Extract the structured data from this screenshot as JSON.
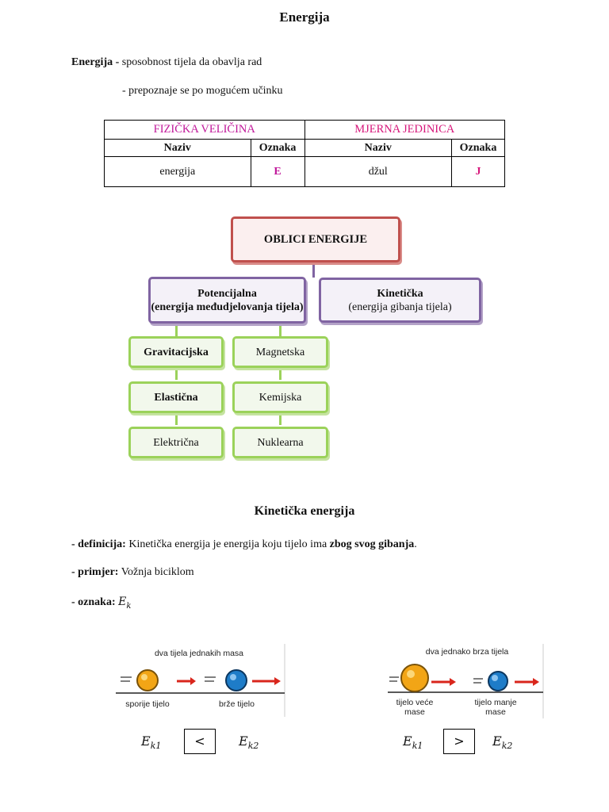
{
  "doc": {
    "title": "Energija",
    "def_term": "Energija -",
    "def_text": " sposobnost tijela da obavlja rad",
    "def_line2": "- prepoznaje se po mogućem učinku"
  },
  "table": {
    "header_physical": "FIZIČKA VELIČINA",
    "header_unit": "MJERNA JEDINICA",
    "sub_headers": [
      "Naziv",
      "Oznaka",
      "Naziv",
      "Oznaka"
    ],
    "row": {
      "name": "energija",
      "symbol": "E",
      "unit_name": "džul",
      "unit_symbol": "J"
    },
    "colors": {
      "physical": "#c0179a",
      "unit": "#d6167a"
    }
  },
  "diagram": {
    "root": "OBLICI ENERGIJE",
    "potential_title": "Potencijalna",
    "potential_desc": "(energija međudjelovanja tijela)",
    "kinetic_title": "Kinetička",
    "kinetic_desc": "(energija gibanja tijela)",
    "left_items": [
      "Gravitacijska",
      "Elastična",
      "Električna"
    ],
    "right_items": [
      "Magnetska",
      "Kemijska",
      "Nuklearna"
    ],
    "colors": {
      "root": "#c0504d",
      "middle": "#8064a2",
      "leaf": "#9bd25a"
    }
  },
  "kinetic": {
    "heading": "Kinetička energija",
    "def_label": "- definicija:",
    "def_text_a": " Kinetička energija je energija koju tijelo ima ",
    "def_text_bold": "zbog svog gibanja",
    "def_text_end": ".",
    "example_label": "- primjer:",
    "example_text": " Vožnja biciklom",
    "symbol_label": "- oznaka:",
    "symbol_main": "E",
    "symbol_sub": "k"
  },
  "figures": {
    "left": {
      "caption": "dva tijela jednakih masa",
      "label_a": "sporije tijelo",
      "label_b": "brže tijelo",
      "eq_left_sub": "k1",
      "eq_right_sub": "k2",
      "comparison": "<"
    },
    "right": {
      "caption": "dva jednako brza tijela",
      "label_a": "tijelo veće mase",
      "label_b": "tijelo manje mase",
      "eq_left_sub": "k1",
      "eq_right_sub": "k2",
      "comparison": ">"
    },
    "eq_symbol": "E",
    "colors": {
      "orange_ball": "#f2a516",
      "blue_ball": "#1e7cc8",
      "arrow": "#d9261c"
    }
  }
}
